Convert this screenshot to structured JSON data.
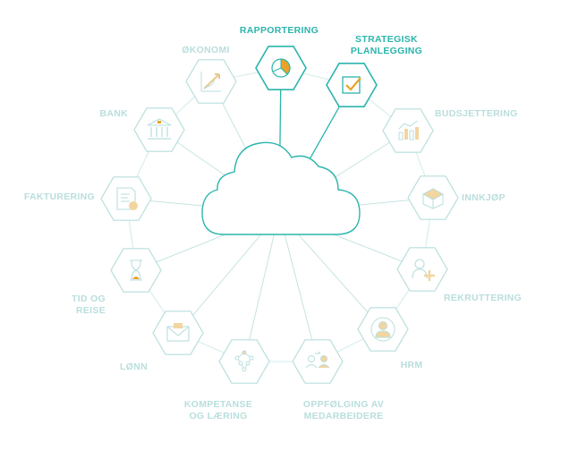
{
  "colors": {
    "inactive": "#b9dedd",
    "active": "#2bb5ac",
    "accent": "#e9a326",
    "ring": "#d3ebe9",
    "spoke": "#c6e4e2",
    "spoke_active": "#2bb5ac",
    "cloud_stroke": "#2bb5ac"
  },
  "center": {
    "icon": "cloud-icon"
  },
  "nodes": [
    {
      "id": "rapportering",
      "label": "RAPPORTERING",
      "label2": "",
      "icon": "pie-chart-icon",
      "active": true
    },
    {
      "id": "strategisk-planlegging",
      "label": "STRATEGISK",
      "label2": "PLANLEGGING",
      "icon": "checkbox-icon",
      "active": true
    },
    {
      "id": "budsjettering",
      "label": "BUDSJETTERING",
      "label2": "",
      "icon": "bar-chart-icon",
      "active": false
    },
    {
      "id": "innkjop",
      "label": "INNKJØP",
      "label2": "",
      "icon": "box-icon",
      "active": false
    },
    {
      "id": "rekruttering",
      "label": "REKRUTTERING",
      "label2": "",
      "icon": "add-person-icon",
      "active": false
    },
    {
      "id": "hrm",
      "label": "HRM",
      "label2": "",
      "icon": "people-icon",
      "active": false
    },
    {
      "id": "oppfolging",
      "label": "OPPFØLGING AV",
      "label2": "MEDARBEIDERE",
      "icon": "follow-up-icon",
      "active": false
    },
    {
      "id": "kompetanse",
      "label": "KOMPETANSE",
      "label2": "OG LÆRING",
      "icon": "network-icon",
      "active": false
    },
    {
      "id": "lonn",
      "label": "LØNN",
      "label2": "",
      "icon": "envelope-icon",
      "active": false
    },
    {
      "id": "tid-og-reise",
      "label": "TID OG",
      "label2": "REISE",
      "icon": "hourglass-icon",
      "active": false
    },
    {
      "id": "fakturering",
      "label": "FAKTURERING",
      "label2": "",
      "icon": "invoice-icon",
      "active": false
    },
    {
      "id": "bank",
      "label": "BANK",
      "label2": "",
      "icon": "bank-icon",
      "active": false
    },
    {
      "id": "okonomi",
      "label": "ØKONOMI",
      "label2": "",
      "icon": "trend-chart-icon",
      "active": false
    }
  ]
}
